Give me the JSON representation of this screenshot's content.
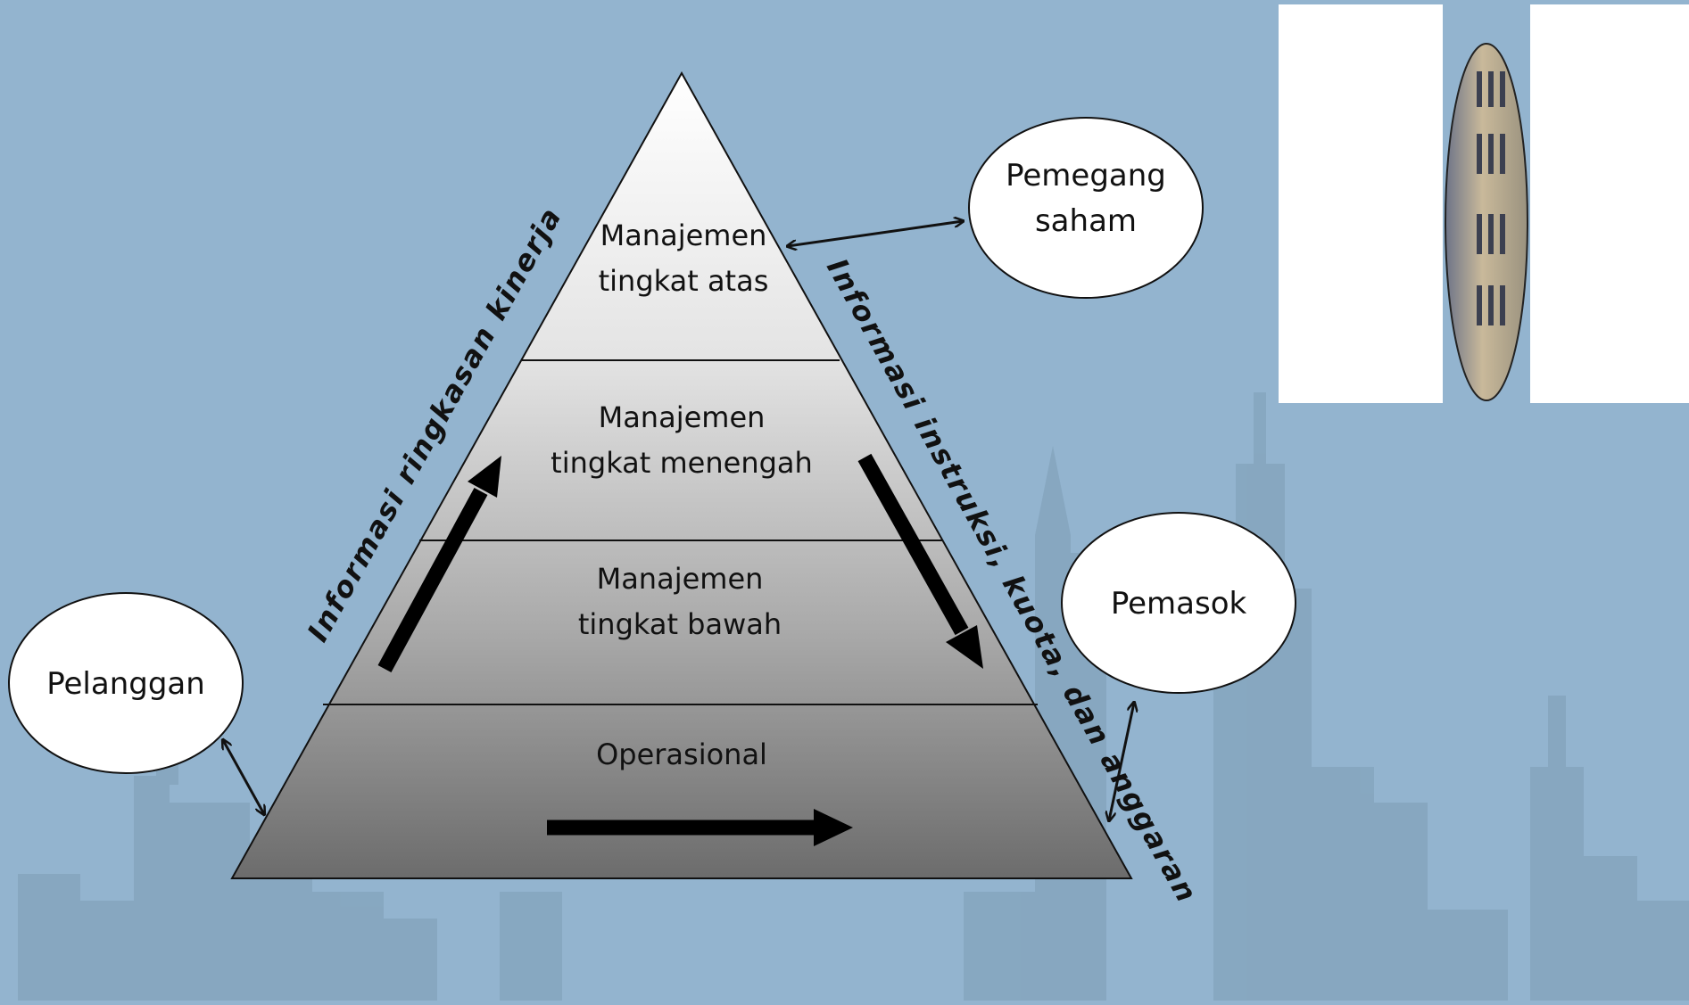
{
  "colors": {
    "background": "#93b4cf",
    "skyline": "#86a6bf",
    "pyramid_top": "#ffffff",
    "pyramid_bottom": "#6e6e6e",
    "stroke": "#111111",
    "oval_fill": "#ffffff"
  },
  "pyramid": {
    "levels": [
      {
        "line1": "Manajemen",
        "line2": "tingkat atas"
      },
      {
        "line1": "Manajemen",
        "line2": "tingkat menengah"
      },
      {
        "line1": "Manajemen",
        "line2": "tingkat bawah"
      },
      {
        "line1": "Operasional",
        "line2": ""
      }
    ]
  },
  "side_labels": {
    "left": "Informasi ringkasan kinerja",
    "right": "Informasi instruksi, kuota, dan anggaran"
  },
  "entities": {
    "shareholders": {
      "line1": "Pemegang",
      "line2": "saham"
    },
    "suppliers": "Pemasok",
    "customers": "Pelanggan"
  },
  "icons": {
    "building_photo": "building-photo-icon"
  }
}
